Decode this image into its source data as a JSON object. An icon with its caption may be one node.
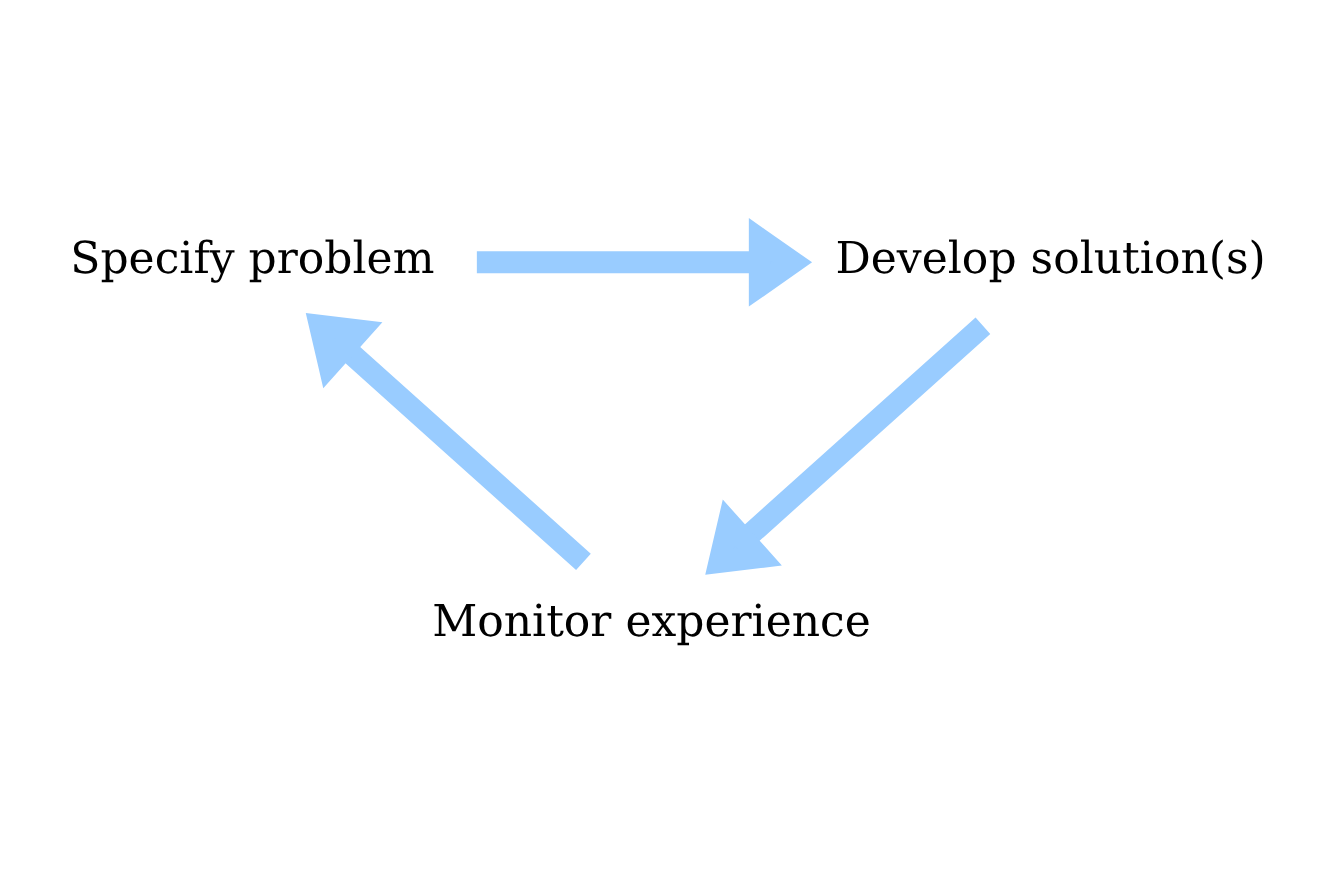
{
  "diagram": {
    "nodes": [
      {
        "text": [
          "Specify problem"
        ]
      },
      {
        "text": [
          "Develop solution(s)"
        ]
      },
      {
        "text": [
          "Monitor experience"
        ]
      }
    ],
    "edges": [
      {
        "from": 0,
        "to": 1,
        "arrow": "to"
      },
      {
        "from": 1,
        "to": 2,
        "arrow": "to"
      },
      {
        "from": 2,
        "to": 0,
        "arrow": "to"
      }
    ]
  }
}
